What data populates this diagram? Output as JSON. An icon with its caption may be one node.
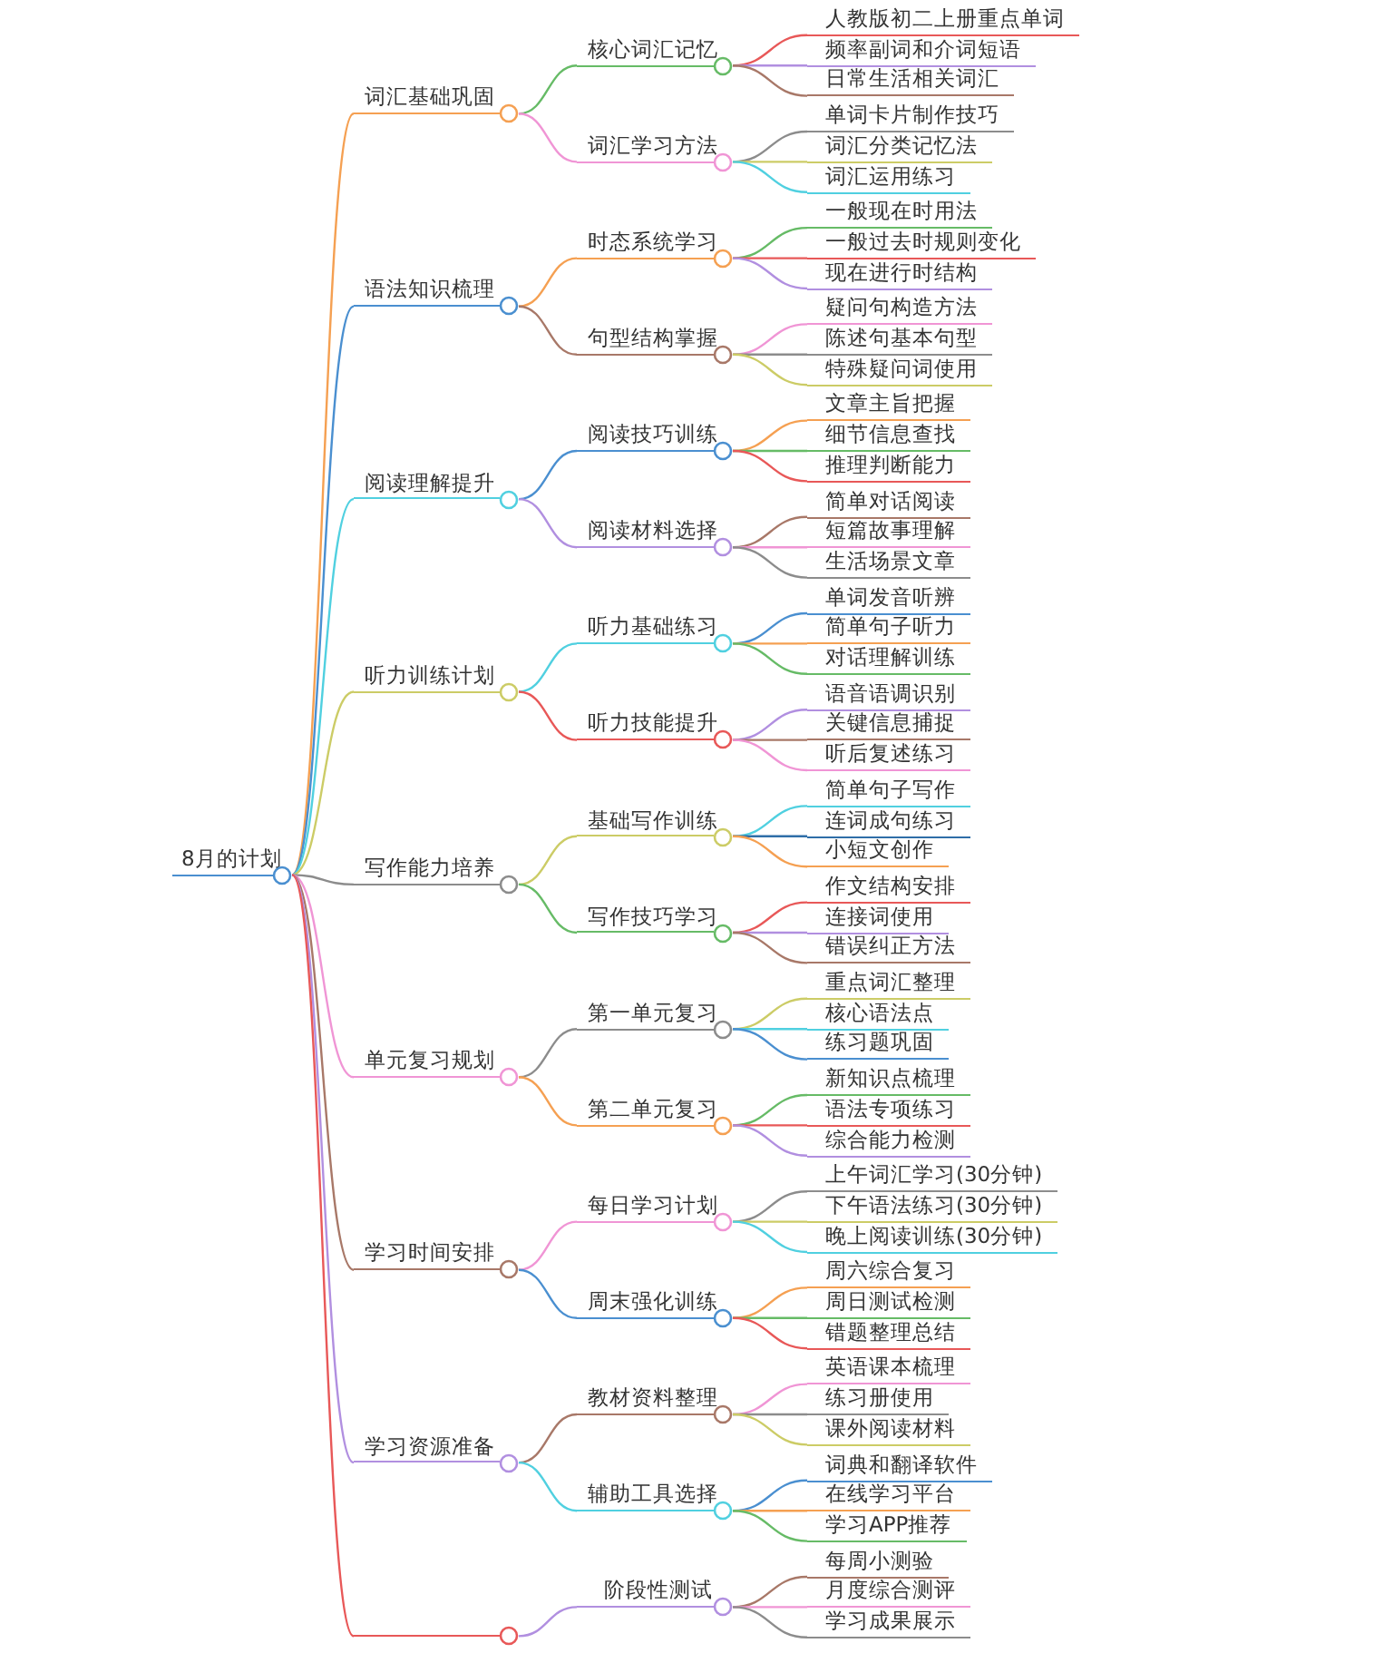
{
  "diagram": {
    "nodes": [
      {
        "text": [
          "8月的计划"
        ]
      },
      {
        "text": [
          "词汇基础巩固"
        ]
      },
      {
        "text": [
          "核心词汇记忆"
        ]
      },
      {
        "text": [
          "人教版初二上册重点单词"
        ]
      },
      {
        "text": [
          "频率副词和介词短语"
        ]
      },
      {
        "text": [
          "日常生活相关词汇"
        ]
      },
      {
        "text": [
          "词汇学习方法"
        ]
      },
      {
        "text": [
          "单词卡片制作技巧"
        ]
      },
      {
        "text": [
          "词汇分类记忆法"
        ]
      },
      {
        "text": [
          "词汇运用练习"
        ]
      },
      {
        "text": [
          "语法知识梳理"
        ]
      },
      {
        "text": [
          "时态系统学习"
        ]
      },
      {
        "text": [
          "一般现在时用法"
        ]
      },
      {
        "text": [
          "一般过去时规则变化"
        ]
      },
      {
        "text": [
          "现在进行时结构"
        ]
      },
      {
        "text": [
          "句型结构掌握"
        ]
      },
      {
        "text": [
          "疑问句构造方法"
        ]
      },
      {
        "text": [
          "陈述句基本句型"
        ]
      },
      {
        "text": [
          "特殊疑问词使用"
        ]
      },
      {
        "text": [
          "阅读理解提升"
        ]
      },
      {
        "text": [
          "阅读技巧训练"
        ]
      },
      {
        "text": [
          "文章主旨把握"
        ]
      },
      {
        "text": [
          "细节信息查找"
        ]
      },
      {
        "text": [
          "推理判断能力"
        ]
      },
      {
        "text": [
          "阅读材料选择"
        ]
      },
      {
        "text": [
          "简单对话阅读"
        ]
      },
      {
        "text": [
          "短篇故事理解"
        ]
      },
      {
        "text": [
          "生活场景文章"
        ]
      },
      {
        "text": [
          "听力训练计划"
        ]
      },
      {
        "text": [
          "听力基础练习"
        ]
      },
      {
        "text": [
          "单词发音听辨"
        ]
      },
      {
        "text": [
          "简单句子听力"
        ]
      },
      {
        "text": [
          "对话理解训练"
        ]
      },
      {
        "text": [
          "听力技能提升"
        ]
      },
      {
        "text": [
          "语音语调识别"
        ]
      },
      {
        "text": [
          "关键信息捕捉"
        ]
      },
      {
        "text": [
          "听后复述练习"
        ]
      },
      {
        "text": [
          "写作能力培养"
        ]
      },
      {
        "text": [
          "基础写作训练"
        ]
      },
      {
        "text": [
          "简单句子写作"
        ]
      },
      {
        "text": [
          "连词成句练习"
        ]
      },
      {
        "text": [
          "小短文创作"
        ]
      },
      {
        "text": [
          "写作技巧学习"
        ]
      },
      {
        "text": [
          "作文结构安排"
        ]
      },
      {
        "text": [
          "连接词使用"
        ]
      },
      {
        "text": [
          "错误纠正方法"
        ]
      },
      {
        "text": [
          "单元复习规划"
        ]
      },
      {
        "text": [
          "第一单元复习"
        ]
      },
      {
        "text": [
          "重点词汇整理"
        ]
      },
      {
        "text": [
          "核心语法点"
        ]
      },
      {
        "text": [
          "练习题巩固"
        ]
      },
      {
        "text": [
          "第二单元复习"
        ]
      },
      {
        "text": [
          "新知识点梳理"
        ]
      },
      {
        "text": [
          "语法专项练习"
        ]
      },
      {
        "text": [
          "综合能力检测"
        ]
      },
      {
        "text": [
          "学习时间安排"
        ]
      },
      {
        "text": [
          "每日学习计划"
        ]
      },
      {
        "text": [
          "上午词汇学习(30分钟)"
        ]
      },
      {
        "text": [
          "下午语法练习(30分钟)"
        ]
      },
      {
        "text": [
          "晚上阅读训练(30分钟)"
        ]
      },
      {
        "text": [
          "周末强化训练"
        ]
      },
      {
        "text": [
          "周六综合复习"
        ]
      },
      {
        "text": [
          "周日测试检测"
        ]
      },
      {
        "text": [
          "错题整理总结"
        ]
      },
      {
        "text": [
          "学习资源准备"
        ]
      },
      {
        "text": [
          "教材资料整理"
        ]
      },
      {
        "text": [
          "英语课本梳理"
        ]
      },
      {
        "text": [
          "练习册使用"
        ]
      },
      {
        "text": [
          "课外阅读材料"
        ]
      },
      {
        "text": [
          "辅助工具选择"
        ]
      },
      {
        "text": [
          "词典和翻译软件"
        ]
      },
      {
        "text": [
          "在线学习平台"
        ]
      },
      {
        "text": [
          "学习APP推荐"
        ]
      },
      {
        "text": [],
        "shape": "bar"
      },
      {
        "text": [
          "阶段性测试"
        ]
      },
      {
        "text": [
          "每周小测验"
        ]
      },
      {
        "text": [
          "月度综合测评"
        ]
      },
      {
        "text": [
          "学习成果展示"
        ]
      }
    ],
    "edges": [
      {
        "from": 0,
        "to": 1,
        "arrow": "none",
        "color": "#f5a052"
      },
      {
        "from": 0,
        "to": 10,
        "arrow": "none",
        "color": "#4a8fd0"
      },
      {
        "from": 0,
        "to": 19,
        "arrow": "none",
        "color": "#50d0e0"
      },
      {
        "from": 0,
        "to": 28,
        "arrow": "none",
        "color": "#cccc66"
      },
      {
        "from": 0,
        "to": 37,
        "arrow": "none",
        "color": "#8c8c8c"
      },
      {
        "from": 0,
        "to": 46,
        "arrow": "none",
        "color": "#f095d5"
      },
      {
        "from": 0,
        "to": 55,
        "arrow": "none",
        "color": "#a87868"
      },
      {
        "from": 0,
        "to": 64,
        "arrow": "none",
        "color": "#b18fe0"
      },
      {
        "from": 0,
        "to": 73,
        "arrow": "none",
        "color": "#e85858"
      },
      {
        "from": 1,
        "to": 2,
        "arrow": "none",
        "color": "#66bb66"
      },
      {
        "from": 2,
        "to": 3,
        "arrow": "none",
        "color": "#e85858"
      },
      {
        "from": 2,
        "to": 4,
        "arrow": "none",
        "color": "#b18fe0"
      },
      {
        "from": 2,
        "to": 5,
        "arrow": "none",
        "color": "#a87868"
      },
      {
        "from": 1,
        "to": 6,
        "arrow": "none",
        "color": "#f095d5"
      },
      {
        "from": 6,
        "to": 7,
        "arrow": "none",
        "color": "#8c8c8c"
      },
      {
        "from": 6,
        "to": 8,
        "arrow": "none",
        "color": "#cccc66"
      },
      {
        "from": 6,
        "to": 9,
        "arrow": "none",
        "color": "#50d0e0"
      },
      {
        "from": 10,
        "to": 11,
        "arrow": "none",
        "color": "#f5a052"
      },
      {
        "from": 11,
        "to": 12,
        "arrow": "none",
        "color": "#66bb66"
      },
      {
        "from": 11,
        "to": 13,
        "arrow": "none",
        "color": "#e85858"
      },
      {
        "from": 11,
        "to": 14,
        "arrow": "none",
        "color": "#b18fe0"
      },
      {
        "from": 10,
        "to": 15,
        "arrow": "none",
        "color": "#a87868"
      },
      {
        "from": 15,
        "to": 16,
        "arrow": "none",
        "color": "#f095d5"
      },
      {
        "from": 15,
        "to": 17,
        "arrow": "none",
        "color": "#8c8c8c"
      },
      {
        "from": 15,
        "to": 18,
        "arrow": "none",
        "color": "#cccc66"
      },
      {
        "from": 19,
        "to": 20,
        "arrow": "none",
        "color": "#4a8fd0"
      },
      {
        "from": 20,
        "to": 21,
        "arrow": "none",
        "color": "#f5a052"
      },
      {
        "from": 20,
        "to": 22,
        "arrow": "none",
        "color": "#66bb66"
      },
      {
        "from": 20,
        "to": 23,
        "arrow": "none",
        "color": "#e85858"
      },
      {
        "from": 19,
        "to": 24,
        "arrow": "none",
        "color": "#b18fe0"
      },
      {
        "from": 24,
        "to": 25,
        "arrow": "none",
        "color": "#a87868"
      },
      {
        "from": 24,
        "to": 26,
        "arrow": "none",
        "color": "#f095d5"
      },
      {
        "from": 24,
        "to": 27,
        "arrow": "none",
        "color": "#8c8c8c"
      },
      {
        "from": 28,
        "to": 29,
        "arrow": "none",
        "color": "#50d0e0"
      },
      {
        "from": 29,
        "to": 30,
        "arrow": "none",
        "color": "#4a8fd0"
      },
      {
        "from": 29,
        "to": 31,
        "arrow": "none",
        "color": "#f5a052"
      },
      {
        "from": 29,
        "to": 32,
        "arrow": "none",
        "color": "#66bb66"
      },
      {
        "from": 28,
        "to": 33,
        "arrow": "none",
        "color": "#e85858"
      },
      {
        "from": 33,
        "to": 34,
        "arrow": "none",
        "color": "#b18fe0"
      },
      {
        "from": 33,
        "to": 35,
        "arrow": "none",
        "color": "#a87868"
      },
      {
        "from": 33,
        "to": 36,
        "arrow": "none",
        "color": "#f095d5"
      },
      {
        "from": 37,
        "to": 38,
        "arrow": "none",
        "color": "#cccc66"
      },
      {
        "from": 38,
        "to": 39,
        "arrow": "none",
        "color": "#50d0e0"
      },
      {
        "from": 38,
        "to": 40,
        "arrow": "none",
        "color": "#2f6ea8"
      },
      {
        "from": 38,
        "to": 41,
        "arrow": "none",
        "color": "#f5a052"
      },
      {
        "from": 37,
        "to": 42,
        "arrow": "none",
        "color": "#66bb66"
      },
      {
        "from": 42,
        "to": 43,
        "arrow": "none",
        "color": "#e85858"
      },
      {
        "from": 42,
        "to": 44,
        "arrow": "none",
        "color": "#b18fe0"
      },
      {
        "from": 42,
        "to": 45,
        "arrow": "none",
        "color": "#a87868"
      },
      {
        "from": 46,
        "to": 47,
        "arrow": "none",
        "color": "#8c8c8c"
      },
      {
        "from": 47,
        "to": 48,
        "arrow": "none",
        "color": "#cccc66"
      },
      {
        "from": 47,
        "to": 49,
        "arrow": "none",
        "color": "#50d0e0"
      },
      {
        "from": 47,
        "to": 50,
        "arrow": "none",
        "color": "#4a8fd0"
      },
      {
        "from": 46,
        "to": 51,
        "arrow": "none",
        "color": "#f5a052"
      },
      {
        "from": 51,
        "to": 52,
        "arrow": "none",
        "color": "#66bb66"
      },
      {
        "from": 51,
        "to": 53,
        "arrow": "none",
        "color": "#e85858"
      },
      {
        "from": 51,
        "to": 54,
        "arrow": "none",
        "color": "#b18fe0"
      },
      {
        "from": 55,
        "to": 56,
        "arrow": "none",
        "color": "#f095d5"
      },
      {
        "from": 56,
        "to": 57,
        "arrow": "none",
        "color": "#8c8c8c"
      },
      {
        "from": 56,
        "to": 58,
        "arrow": "none",
        "color": "#cccc66"
      },
      {
        "from": 56,
        "to": 59,
        "arrow": "none",
        "color": "#50d0e0"
      },
      {
        "from": 55,
        "to": 60,
        "arrow": "none",
        "color": "#4a8fd0"
      },
      {
        "from": 60,
        "to": 61,
        "arrow": "none",
        "color": "#f5a052"
      },
      {
        "from": 60,
        "to": 62,
        "arrow": "none",
        "color": "#66bb66"
      },
      {
        "from": 60,
        "to": 63,
        "arrow": "none",
        "color": "#e85858"
      },
      {
        "from": 64,
        "to": 65,
        "arrow": "none",
        "color": "#a87868"
      },
      {
        "from": 65,
        "to": 66,
        "arrow": "none",
        "color": "#f095d5"
      },
      {
        "from": 65,
        "to": 67,
        "arrow": "none",
        "color": "#8c8c8c"
      },
      {
        "from": 65,
        "to": 68,
        "arrow": "none",
        "color": "#cccc66"
      },
      {
        "from": 64,
        "to": 69,
        "arrow": "none",
        "color": "#50d0e0"
      },
      {
        "from": 69,
        "to": 70,
        "arrow": "none",
        "color": "#4a8fd0"
      },
      {
        "from": 69,
        "to": 71,
        "arrow": "none",
        "color": "#f5a052"
      },
      {
        "from": 69,
        "to": 72,
        "arrow": "none",
        "color": "#66bb66"
      },
      {
        "from": 73,
        "to": 74,
        "arrow": "none",
        "color": "#b18fe0"
      },
      {
        "from": 74,
        "to": 75,
        "arrow": "none",
        "color": "#a87868"
      },
      {
        "from": 74,
        "to": 76,
        "arrow": "none",
        "color": "#f095d5"
      },
      {
        "from": 74,
        "to": 77,
        "arrow": "none",
        "color": "#8c8c8c"
      }
    ]
  }
}
